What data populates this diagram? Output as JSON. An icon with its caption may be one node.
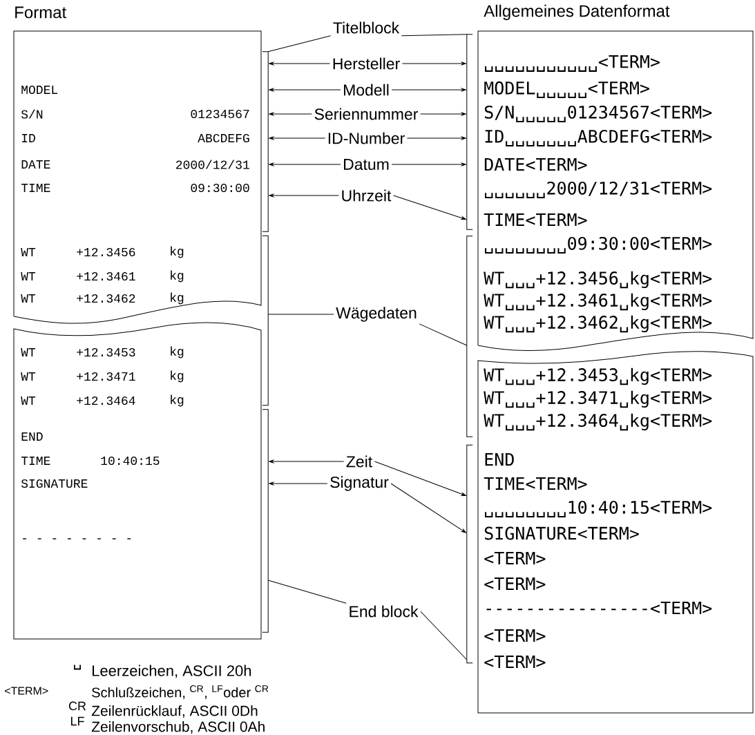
{
  "diagram": {
    "nodes": [
      {
        "text": [
          "Titelblock"
        ]
      },
      {
        "text": [
          "MODEL",
          "S/N",
          "01234567",
          "ID",
          "ABCDEFG",
          "DATE",
          "2000/12/31",
          "TIME",
          "09:30:00",
          "WT",
          "+12.3456",
          "kg",
          "WT",
          "+12.3461",
          "kg",
          "WT",
          "+12.3462",
          "kg"
        ]
      },
      {
        "text": [
          "WT",
          "+12.3453",
          "kg",
          "WT",
          "+12.3471",
          "kg",
          "WT",
          "+12.3464",
          "kg",
          "END",
          "TIME",
          "10:40:15",
          "SIGNATURE",
          "- - - - - - - -"
        ]
      },
      {
        "text": [],
        "shape": "bracket"
      },
      {
        "text": [],
        "shape": "bracket"
      },
      {
        "text": [],
        "shape": "bracket"
      },
      {
        "text": [
          "Hersteller"
        ]
      },
      {
        "text": [
          "Modell"
        ]
      },
      {
        "text": [
          "Seriennummer"
        ]
      },
      {
        "text": [
          "ID-Number"
        ]
      },
      {
        "text": [
          "Datum"
        ]
      },
      {
        "text": [
          "Uhrzeit"
        ]
      },
      {
        "text": [
          "Wägedaten"
        ]
      },
      {
        "text": [
          "Zeit"
        ]
      },
      {
        "text": [
          "Signatur"
        ]
      },
      {
        "text": [
          "End block"
        ]
      },
      {
        "text": [
          "␣␣␣␣␣␣␣␣␣␣␣<TERM>",
          "MODEL␣␣␣␣␣<TERM>",
          "S/N␣␣␣␣␣01234567<TERM>",
          "ID␣␣␣␣␣␣␣ABCDEFG<TERM>",
          "DATE<TERM>",
          "␣␣␣␣␣␣2000/12/31<TERM>",
          "TIME<TERM>",
          "␣␣␣␣␣␣␣␣09:30:00<TERM>",
          "WT␣␣␣+12.3456␣kg<TERM>",
          "WT␣␣␣+12.3461␣kg<TERM>",
          "WT␣␣␣+12.3462␣kg<TERM>"
        ]
      },
      {
        "text": [
          "WT␣␣␣+12.3453␣kg<TERM>",
          "WT␣␣␣+12.3471␣kg<TERM>",
          "WT␣␣␣+12.3464␣kg<TERM>",
          "END",
          "TIME<TERM>",
          "␣␣␣␣␣␣␣␣10:40:15<TERM>",
          "SIGNATURE<TERM>",
          "<TERM>",
          "<TERM>",
          "----------------<TERM>",
          "<TERM>",
          "<TERM>"
        ]
      },
      {
        "text": [],
        "shape": "bracket"
      },
      {
        "text": [],
        "shape": "bracket"
      },
      {
        "text": [],
        "shape": "bracket"
      }
    ],
    "edges": [
      {
        "from": 0,
        "to": 3,
        "arrow": "none"
      },
      {
        "from": 0,
        "to": 18,
        "arrow": "none"
      },
      {
        "from": 6,
        "to": 3,
        "arrow": "to"
      },
      {
        "from": 6,
        "to": 18,
        "arrow": "to"
      },
      {
        "from": 7,
        "to": 3,
        "arrow": "to"
      },
      {
        "from": 7,
        "to": 18,
        "arrow": "to"
      },
      {
        "from": 8,
        "to": 3,
        "arrow": "to"
      },
      {
        "from": 8,
        "to": 18,
        "arrow": "to"
      },
      {
        "from": 9,
        "to": 3,
        "arrow": "to"
      },
      {
        "from": 9,
        "to": 18,
        "arrow": "to"
      },
      {
        "from": 10,
        "to": 3,
        "arrow": "to"
      },
      {
        "from": 10,
        "to": 18,
        "arrow": "to"
      },
      {
        "from": 11,
        "to": 3,
        "arrow": "to"
      },
      {
        "from": 11,
        "to": 18,
        "arrow": "to"
      },
      {
        "from": 12,
        "to": 4,
        "arrow": "none"
      },
      {
        "from": 12,
        "to": 19,
        "arrow": "none"
      },
      {
        "from": 13,
        "to": 5,
        "arrow": "to"
      },
      {
        "from": 13,
        "to": 20,
        "arrow": "to"
      },
      {
        "from": 14,
        "to": 5,
        "arrow": "to"
      },
      {
        "from": 14,
        "to": 20,
        "arrow": "to"
      },
      {
        "from": 15,
        "to": 5,
        "arrow": "none"
      },
      {
        "from": 15,
        "to": 20,
        "arrow": "none"
      }
    ],
    "labels": [
      "Format",
      "Allgemeines Datenformat",
      "␣",
      "Leerzeichen, ASCII 20h",
      "<TERM>",
      "Schlußzeichen, $^{CR}$, $^{LF}$oder $^{CR}$",
      "CR",
      "Zeilenrücklauf, ASCII 0Dh",
      "LF",
      "Zeilenvorschub, ASCII 0Ah"
    ]
  }
}
